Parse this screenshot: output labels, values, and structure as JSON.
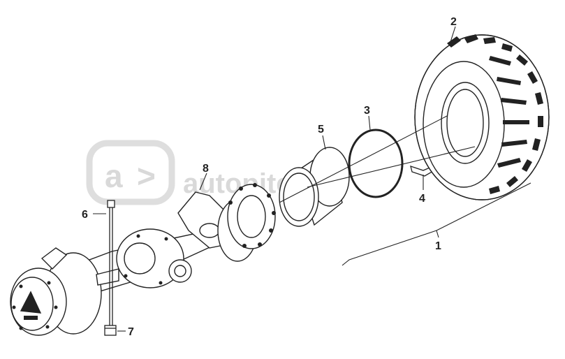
{
  "watermark": {
    "text": "autopiter.ru"
  },
  "callouts": [
    {
      "id": "1",
      "label": "1"
    },
    {
      "id": "2",
      "label": "2"
    },
    {
      "id": "3",
      "label": "3"
    },
    {
      "id": "4",
      "label": "4"
    },
    {
      "id": "5",
      "label": "5"
    },
    {
      "id": "6",
      "label": "6"
    },
    {
      "id": "7",
      "label": "7"
    },
    {
      "id": "8",
      "label": "8"
    }
  ],
  "colors": {
    "line": "#222222",
    "watermark": "#d9d9d9"
  }
}
